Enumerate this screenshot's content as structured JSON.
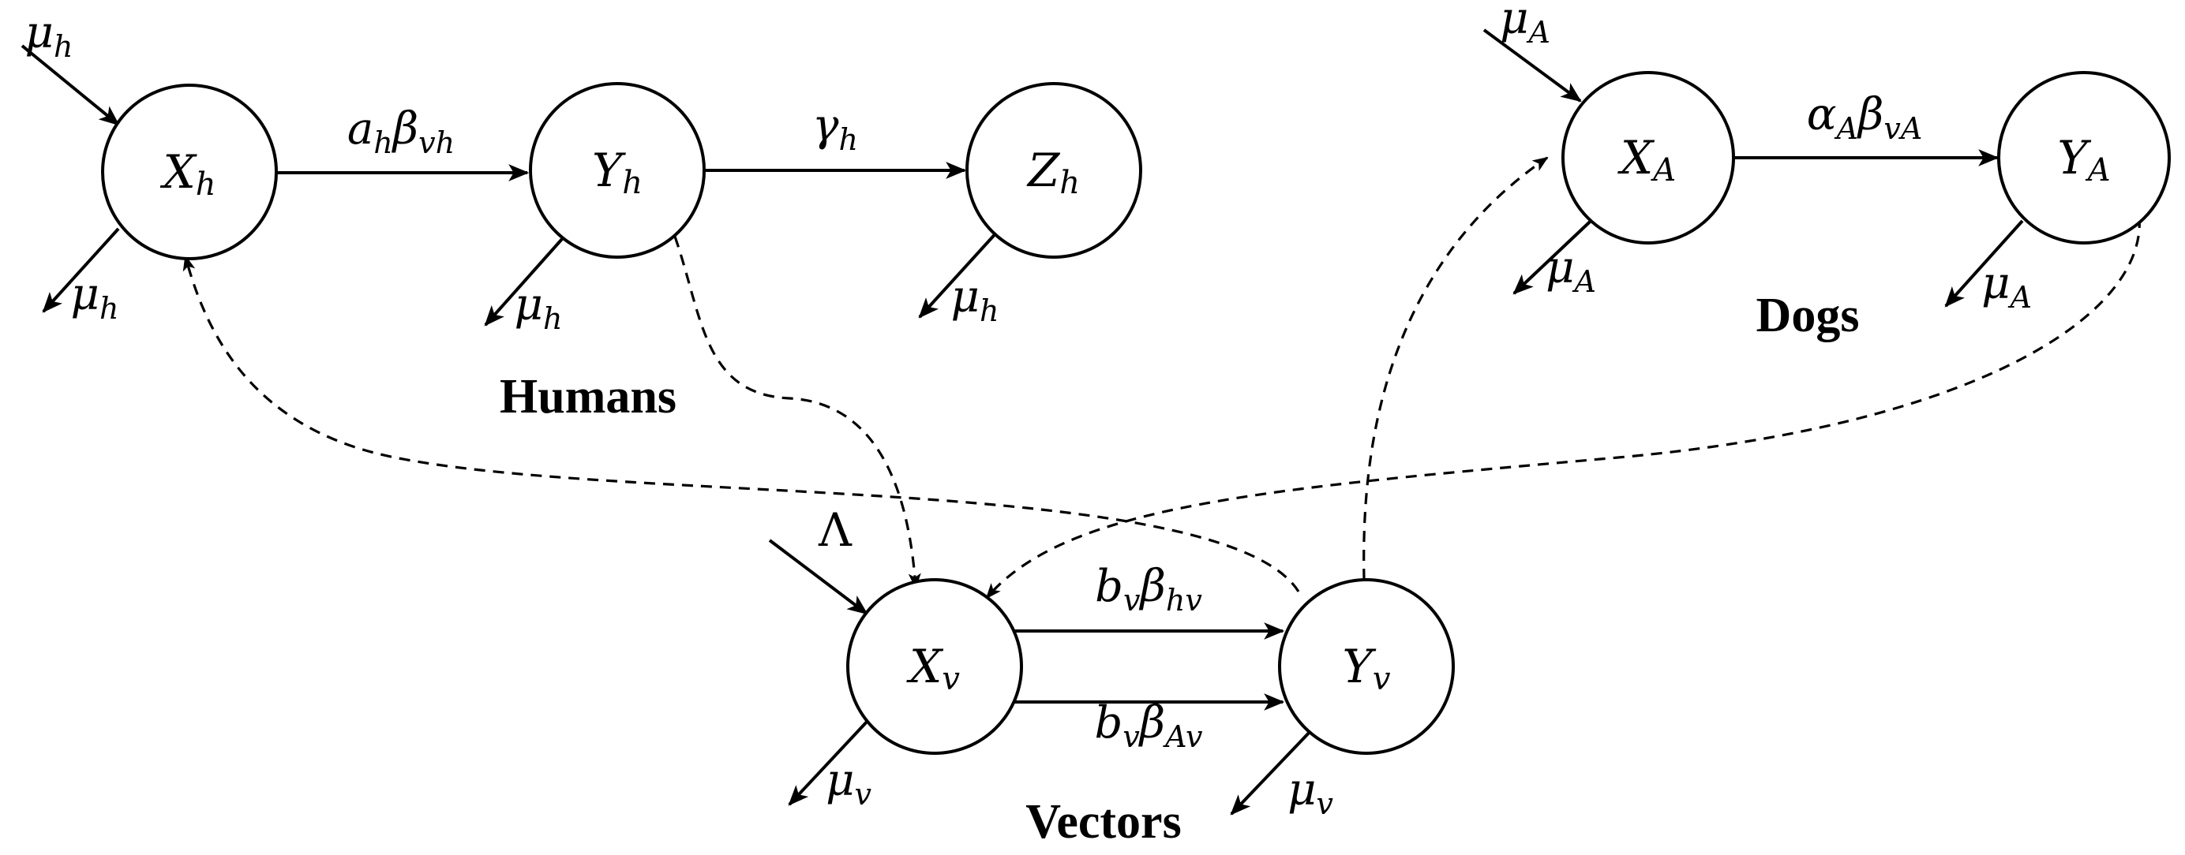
{
  "groups": {
    "humans": "Humans",
    "dogs": "Dogs",
    "vectors": "Vectors"
  },
  "nodes": {
    "Xh": {
      "base": "X",
      "sub": "h"
    },
    "Yh": {
      "base": "Y",
      "sub": "h"
    },
    "Zh": {
      "base": "Z",
      "sub": "h"
    },
    "XA": {
      "base": "X",
      "sub": "A"
    },
    "YA": {
      "base": "Y",
      "sub": "A"
    },
    "Xv": {
      "base": "X",
      "sub": "v"
    },
    "Yv": {
      "base": "Y",
      "sub": "v"
    }
  },
  "rates": {
    "mu_h": {
      "a": "μ",
      "as": "h"
    },
    "mu_A": {
      "a": "μ",
      "as": "A"
    },
    "mu_v": {
      "a": "μ",
      "as": "v"
    },
    "Lambda": {
      "a": "Λ"
    },
    "infect_h": {
      "a": "a",
      "as": "h",
      "b": "β",
      "bs": "vh"
    },
    "recover_h": {
      "a": "γ",
      "as": "h"
    },
    "infect_A": {
      "a": "α",
      "as": "A",
      "b": "β",
      "bs": "vA"
    },
    "infect_v_h": {
      "a": "b",
      "as": "v",
      "b": "β",
      "bs": "hv"
    },
    "infect_v_A": {
      "a": "b",
      "as": "v",
      "b": "β",
      "bs": "Av"
    }
  }
}
